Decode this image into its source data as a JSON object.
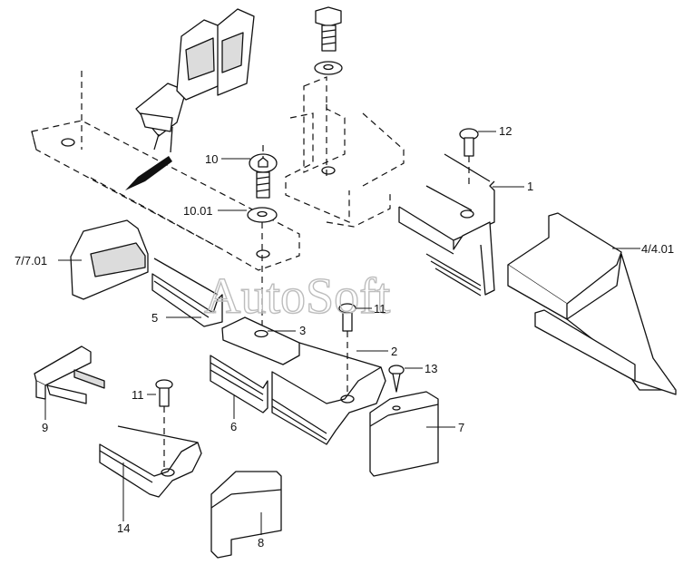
{
  "watermark": "AutoSoft",
  "callouts": {
    "c1": "1",
    "c2": "2",
    "c3": "3",
    "c4": "4/4.01",
    "c5": "5",
    "c6": "6",
    "c7a": "7/7.01",
    "c7b": "7",
    "c8": "8",
    "c9": "9",
    "c10": "10",
    "c1001": "10.01",
    "c11a": "11",
    "c11b": "11",
    "c12": "12",
    "c13": "13",
    "c14": "14"
  }
}
